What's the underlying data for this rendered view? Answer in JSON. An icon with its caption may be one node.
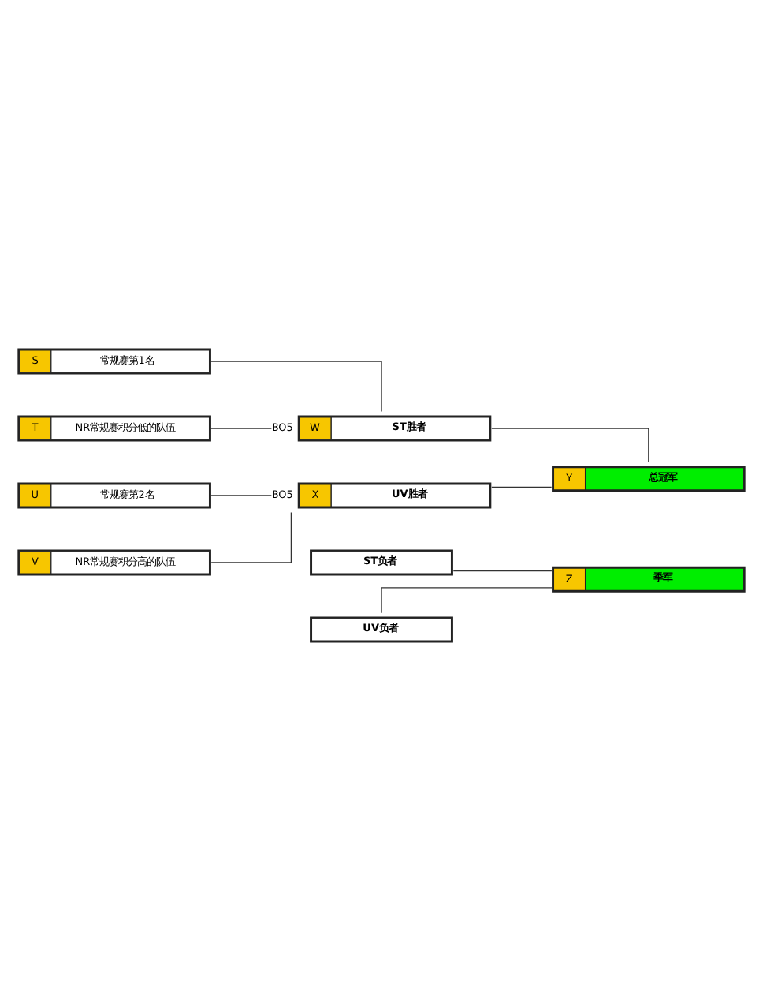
{
  "diagram": {
    "nodes": [
      {
        "text": [
          "S",
          "常规赛第1名"
        ]
      },
      {
        "text": [
          "W",
          "ST胜者"
        ],
        "beside": [
          "BO5"
        ]
      },
      {
        "text": [
          "T",
          "NR常规赛积分低的队伍"
        ]
      },
      {
        "text": [
          "Y",
          "总冠军"
        ]
      },
      {
        "text": [
          "U",
          "常规赛第2名"
        ]
      },
      {
        "text": [
          "X",
          "UV胜者"
        ],
        "beside": [
          "BO5"
        ]
      },
      {
        "text": [
          "V",
          "NR常规赛积分高的队伍"
        ]
      },
      {
        "text": [
          "ST负者"
        ]
      },
      {
        "text": [
          "Z",
          "季军"
        ]
      },
      {
        "text": [
          "UV负者"
        ]
      }
    ],
    "edges": [
      {
        "from": 0,
        "to": 1,
        "arrow": "none"
      },
      {
        "from": 2,
        "to": 1,
        "arrow": "none"
      },
      {
        "from": 4,
        "to": 5,
        "arrow": "none"
      },
      {
        "from": 6,
        "to": 5,
        "arrow": "none"
      },
      {
        "from": 1,
        "to": 3,
        "arrow": "none"
      },
      {
        "from": 5,
        "to": 3,
        "arrow": "none"
      },
      {
        "from": 7,
        "to": 8,
        "arrow": "none"
      },
      {
        "from": 9,
        "to": 8,
        "arrow": "none"
      }
    ]
  }
}
